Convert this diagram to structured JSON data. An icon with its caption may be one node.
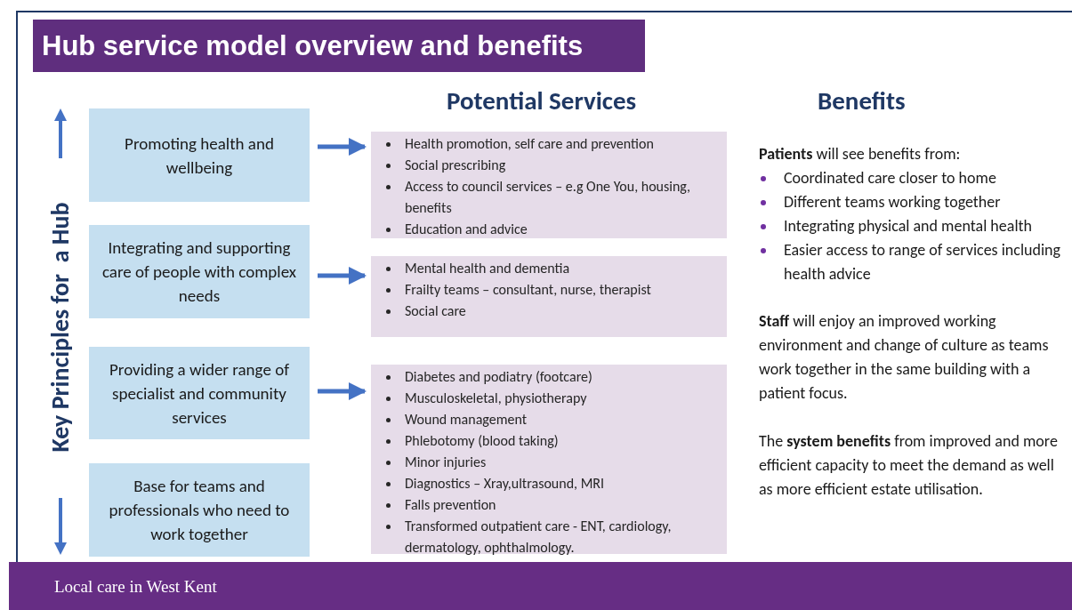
{
  "diagram": {
    "title": "Hub service model overview and benefits",
    "nodes": [
      {
        "text": [
          "Promoting health and wellbeing"
        ]
      },
      {
        "text": [
          "Integrating and supporting care of people with complex needs"
        ]
      },
      {
        "text": [
          "Providing a wider range of specialist and community services"
        ]
      },
      {
        "text": [
          "Base for teams and professionals who need to work together"
        ]
      },
      {
        "text": [
          "Health promotion, self care and prevention",
          "Social prescribing",
          "Access to council services – e.g One You, housing, benefits",
          "Education and advice"
        ]
      },
      {
        "text": [
          "Mental health and dementia",
          "Frailty teams – consultant, nurse, therapist",
          "Social care"
        ]
      },
      {
        "text": [
          "Diabetes and podiatry (footcare)",
          "Musculoskeletal, physiotherapy",
          "Wound management",
          "Phlebotomy (blood taking)",
          "Minor injuries",
          "Diagnostics – Xray,ultrasound, MRI",
          "Falls prevention",
          "Transformed outpatient care -  ENT, cardiology, dermatology, ophthalmology."
        ]
      }
    ],
    "edges": [
      {
        "from": 0,
        "to": 4,
        "arrow": "to"
      },
      {
        "from": 1,
        "to": 5,
        "arrow": "to"
      },
      {
        "from": 2,
        "to": 6,
        "arrow": "to"
      }
    ],
    "labels": [
      "Potential Services",
      "Benefits",
      "Key Principles for  a Hub",
      "**Patients** will see benefits from:",
      "Coordinated care closer to home",
      "Different teams working together",
      "Integrating physical and mental health",
      "Easier access to range of services including health advice",
      "**Staff** will enjoy an improved working environment and change of culture as teams work together in the same building with a patient focus.",
      "The **system benefits** from improved and more efficient capacity to meet the demand as well as more efficient estate utilisation.",
      "Local care in West Kent"
    ]
  }
}
